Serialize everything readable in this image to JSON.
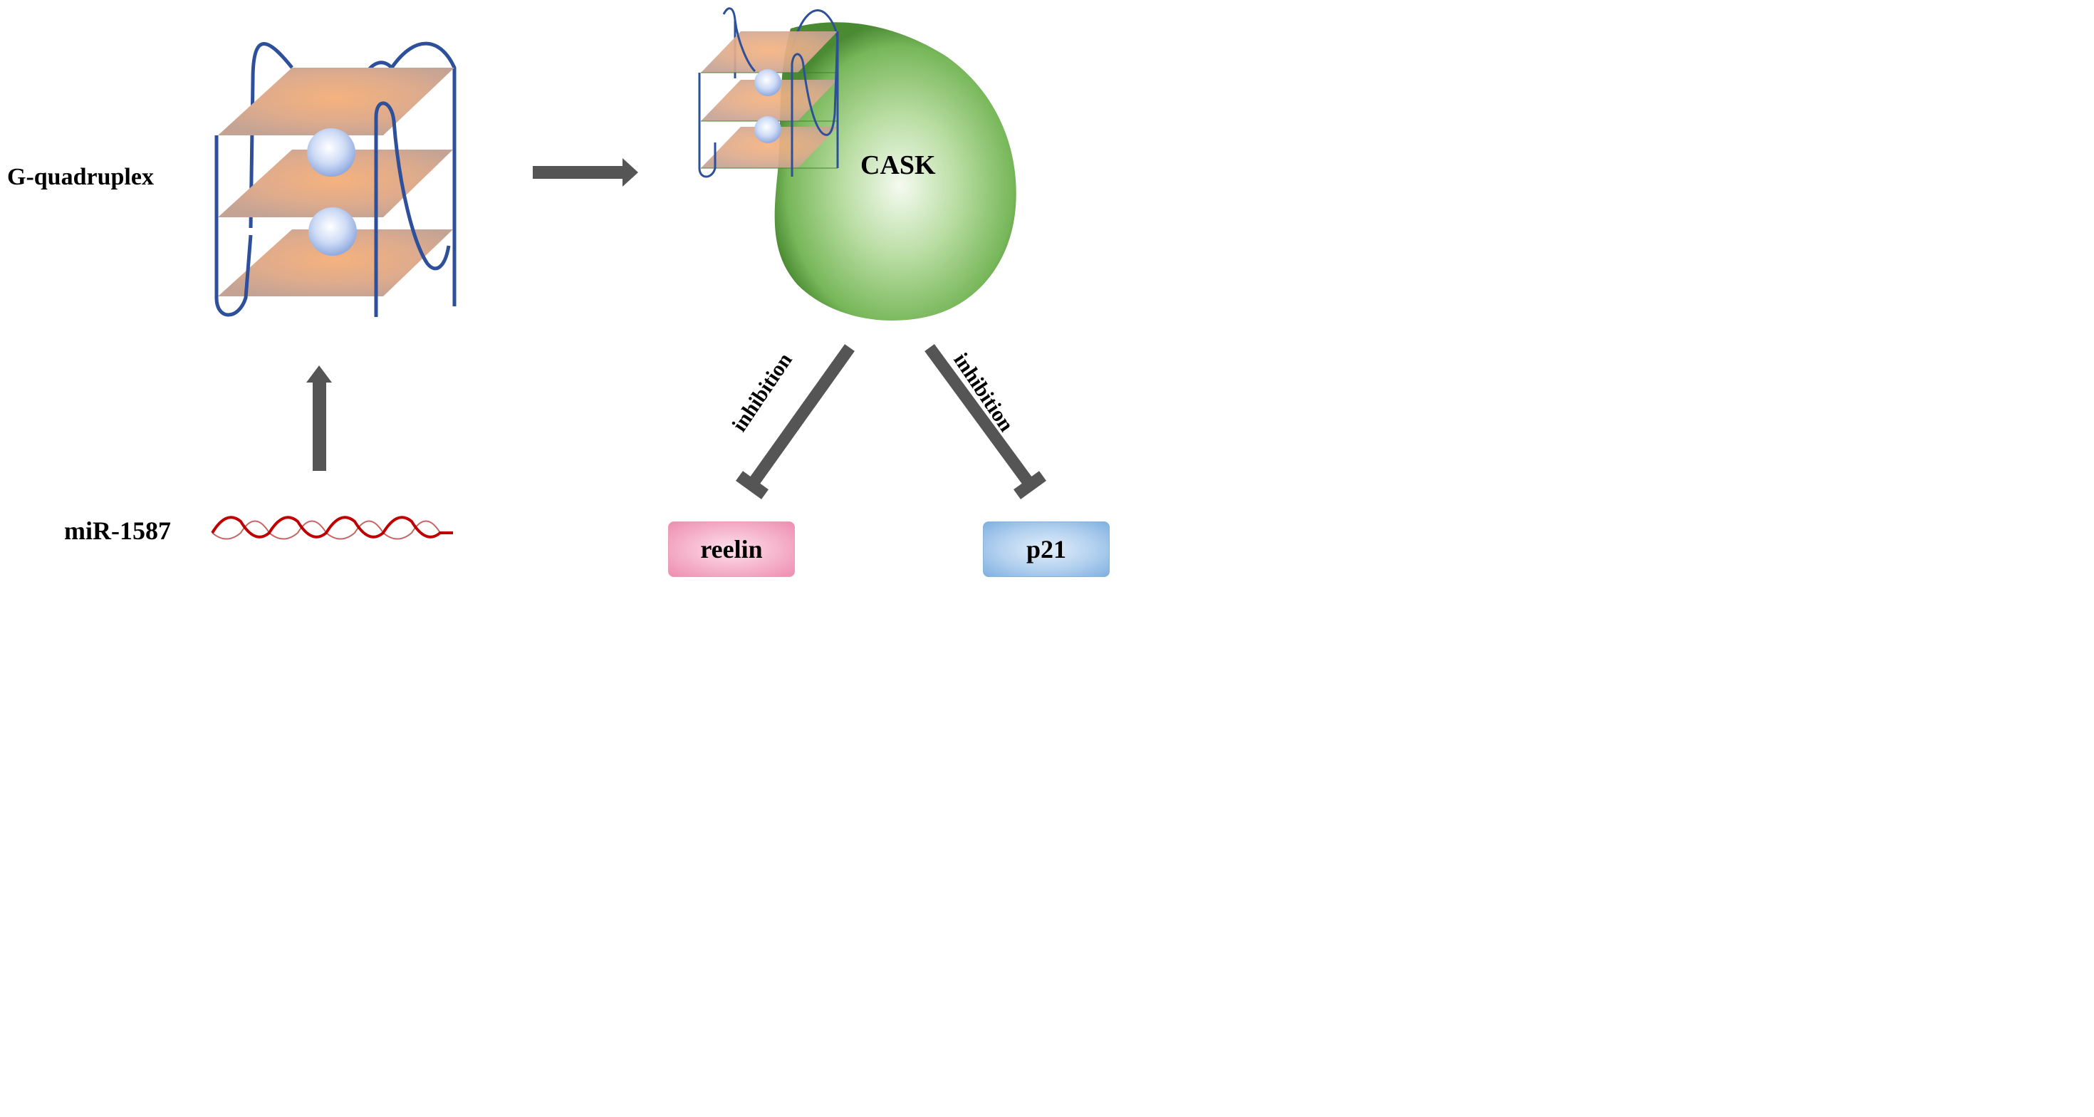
{
  "labels": {
    "gquad": "G-quadruplex",
    "mirna": "miR-1587",
    "cask": "CASK",
    "reelin": "reelin",
    "p21": "p21",
    "inhibition_left": "inhibition",
    "inhibition_right": "inhibition"
  },
  "colors": {
    "strand": "#2e4f9a",
    "plate": "#d9a988",
    "plate_glow": "#f2b183",
    "sphere": "#b9cdf2",
    "arrow": "#555555",
    "mirna_wave": "#c00000",
    "cask_fill": "#76b457",
    "cask_edge": "#3f7d2a",
    "reelin_box": "#f5b3cb",
    "p21_box": "#b2d0ef"
  },
  "icons": {
    "gquad_structure": "g-quadruplex-icon",
    "mirna_strand": "rna-wave-icon",
    "cask_protein": "protein-blob-icon"
  }
}
